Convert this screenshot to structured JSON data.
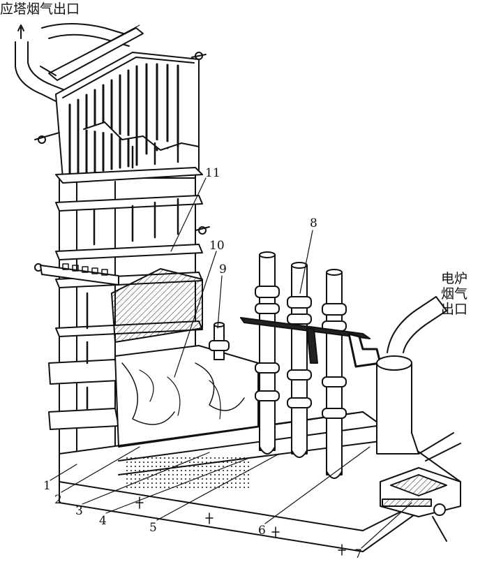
{
  "top_outlet_label": "应塔烟气出口",
  "furnace_outlet_label": [
    "电炉",
    "烟气",
    "出口"
  ],
  "callouts": [
    "1",
    "2",
    "3",
    "4",
    "5",
    "6",
    "7",
    "8",
    "9",
    "10",
    "11"
  ]
}
